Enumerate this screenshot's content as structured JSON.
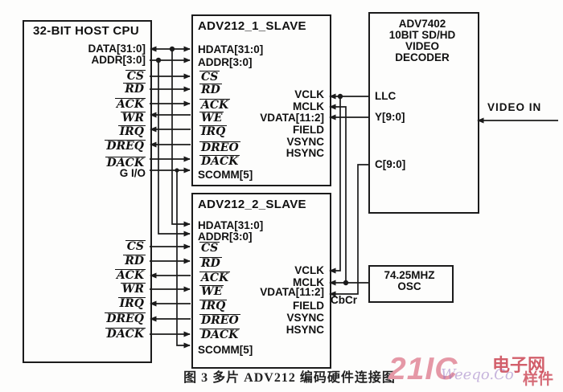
{
  "cpu": {
    "title": "32-BIT HOST CPU",
    "data": "DATA[31:0]",
    "addr": "ADDR[3:0]",
    "cs": "CS",
    "rd": "RD",
    "ack": "ACK",
    "wr": "WR",
    "irq": "IRQ",
    "dreq": "DREQ",
    "dack": "DACK",
    "gio": "G I/O",
    "cs2": "CS",
    "rd2": "RD",
    "ack2": "ACK",
    "wr2": "WR",
    "irq2": "IRQ",
    "dreq2": "DREQ",
    "dack2": "DACK"
  },
  "adv1": {
    "title": "ADV212_1_SLAVE",
    "hdata": "HDATA[31:0]",
    "addr": "ADDR[3:0]",
    "cs": "CS",
    "rd": "RD",
    "ack": "ACK",
    "we": "WE",
    "irq": "IRQ",
    "dreq": "DREO",
    "dack": "DACK",
    "scomm": "SCOMM[5]",
    "vclk": "VCLK",
    "mclk": "MCLK",
    "vdata": "VDATA[11:2]",
    "field": "FIELD",
    "vsync": "VSYNC",
    "hsync": "HSYNC"
  },
  "adv2": {
    "title": "ADV212_2_SLAVE",
    "hdata": "HDATA[31:0]",
    "addr": "ADDR[3:0]",
    "cs": "CS",
    "rd": "RD",
    "ack": "ACK",
    "we": "WE",
    "irq": "IRQ",
    "dreq": "DREO",
    "dack": "DACK",
    "scomm": "SCOMM[5]",
    "vclk": "VCLK",
    "mclk": "MCLK",
    "vdata": "VDATA[11:2]",
    "field": "FIELD",
    "vsync": "VSYNC",
    "hsync": "HSYNC"
  },
  "decoder": {
    "line1": "ADV7402",
    "line2": "10BIT SD/HD",
    "line3": "VIDEO",
    "line4": "DECODER",
    "llc": "LLC",
    "y": "Y[9:0]",
    "c": "C[9:0]"
  },
  "osc": {
    "line1": "74.25MHZ",
    "line2": "OSC"
  },
  "annotations": {
    "video_in": "VIDEO IN",
    "cbcr": "CbCr",
    "caption": "图 3  多片 ADV212 编码硬件连接图"
  },
  "watermark": {
    "brand": "21IC",
    "site": "电子网",
    "script": "Weeqo.Co",
    "stamp": "样件"
  }
}
